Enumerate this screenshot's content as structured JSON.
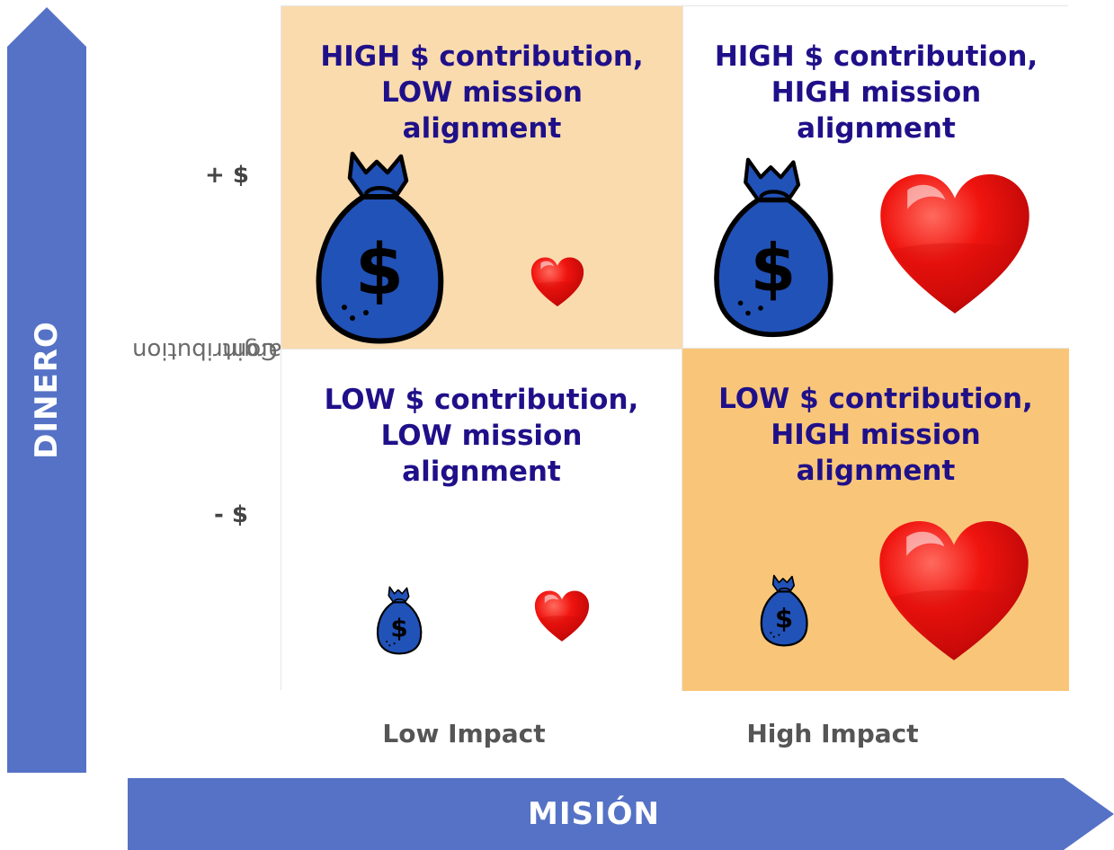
{
  "y_arrow": {
    "label": "DINERO",
    "color": "#5572c6"
  },
  "x_arrow": {
    "label": "MISIÓN",
    "color": "#5572c6"
  },
  "y_axis": {
    "title_line1": "Contribution",
    "title_line2": "Margin",
    "tick_high": "+ $",
    "tick_low": "- $"
  },
  "x_axis": {
    "tick_low": "Low Impact",
    "tick_high": "High Impact"
  },
  "quadrants": {
    "top_left": {
      "text": "HIGH $ contribution,\nLOW mission\nalignment",
      "color": "#fadbae",
      "money_bag": "large",
      "heart": "small"
    },
    "top_right": {
      "text": "HIGH $ contribution,\nHIGH mission\nalignment",
      "color": "#ffffff",
      "money_bag": "large",
      "heart": "large"
    },
    "bottom_left": {
      "text": "LOW $ contribution,\nLOW mission\nalignment",
      "color": "#ffffff",
      "money_bag": "small",
      "heart": "small"
    },
    "bottom_right": {
      "text": "LOW $ contribution,\nHIGH mission\nalignment",
      "color": "#f9c679",
      "money_bag": "small",
      "heart": "large"
    }
  },
  "colors": {
    "quadrant_text": "#1f1089",
    "money_bag": "#2152b8",
    "heart": "#e8110f"
  }
}
